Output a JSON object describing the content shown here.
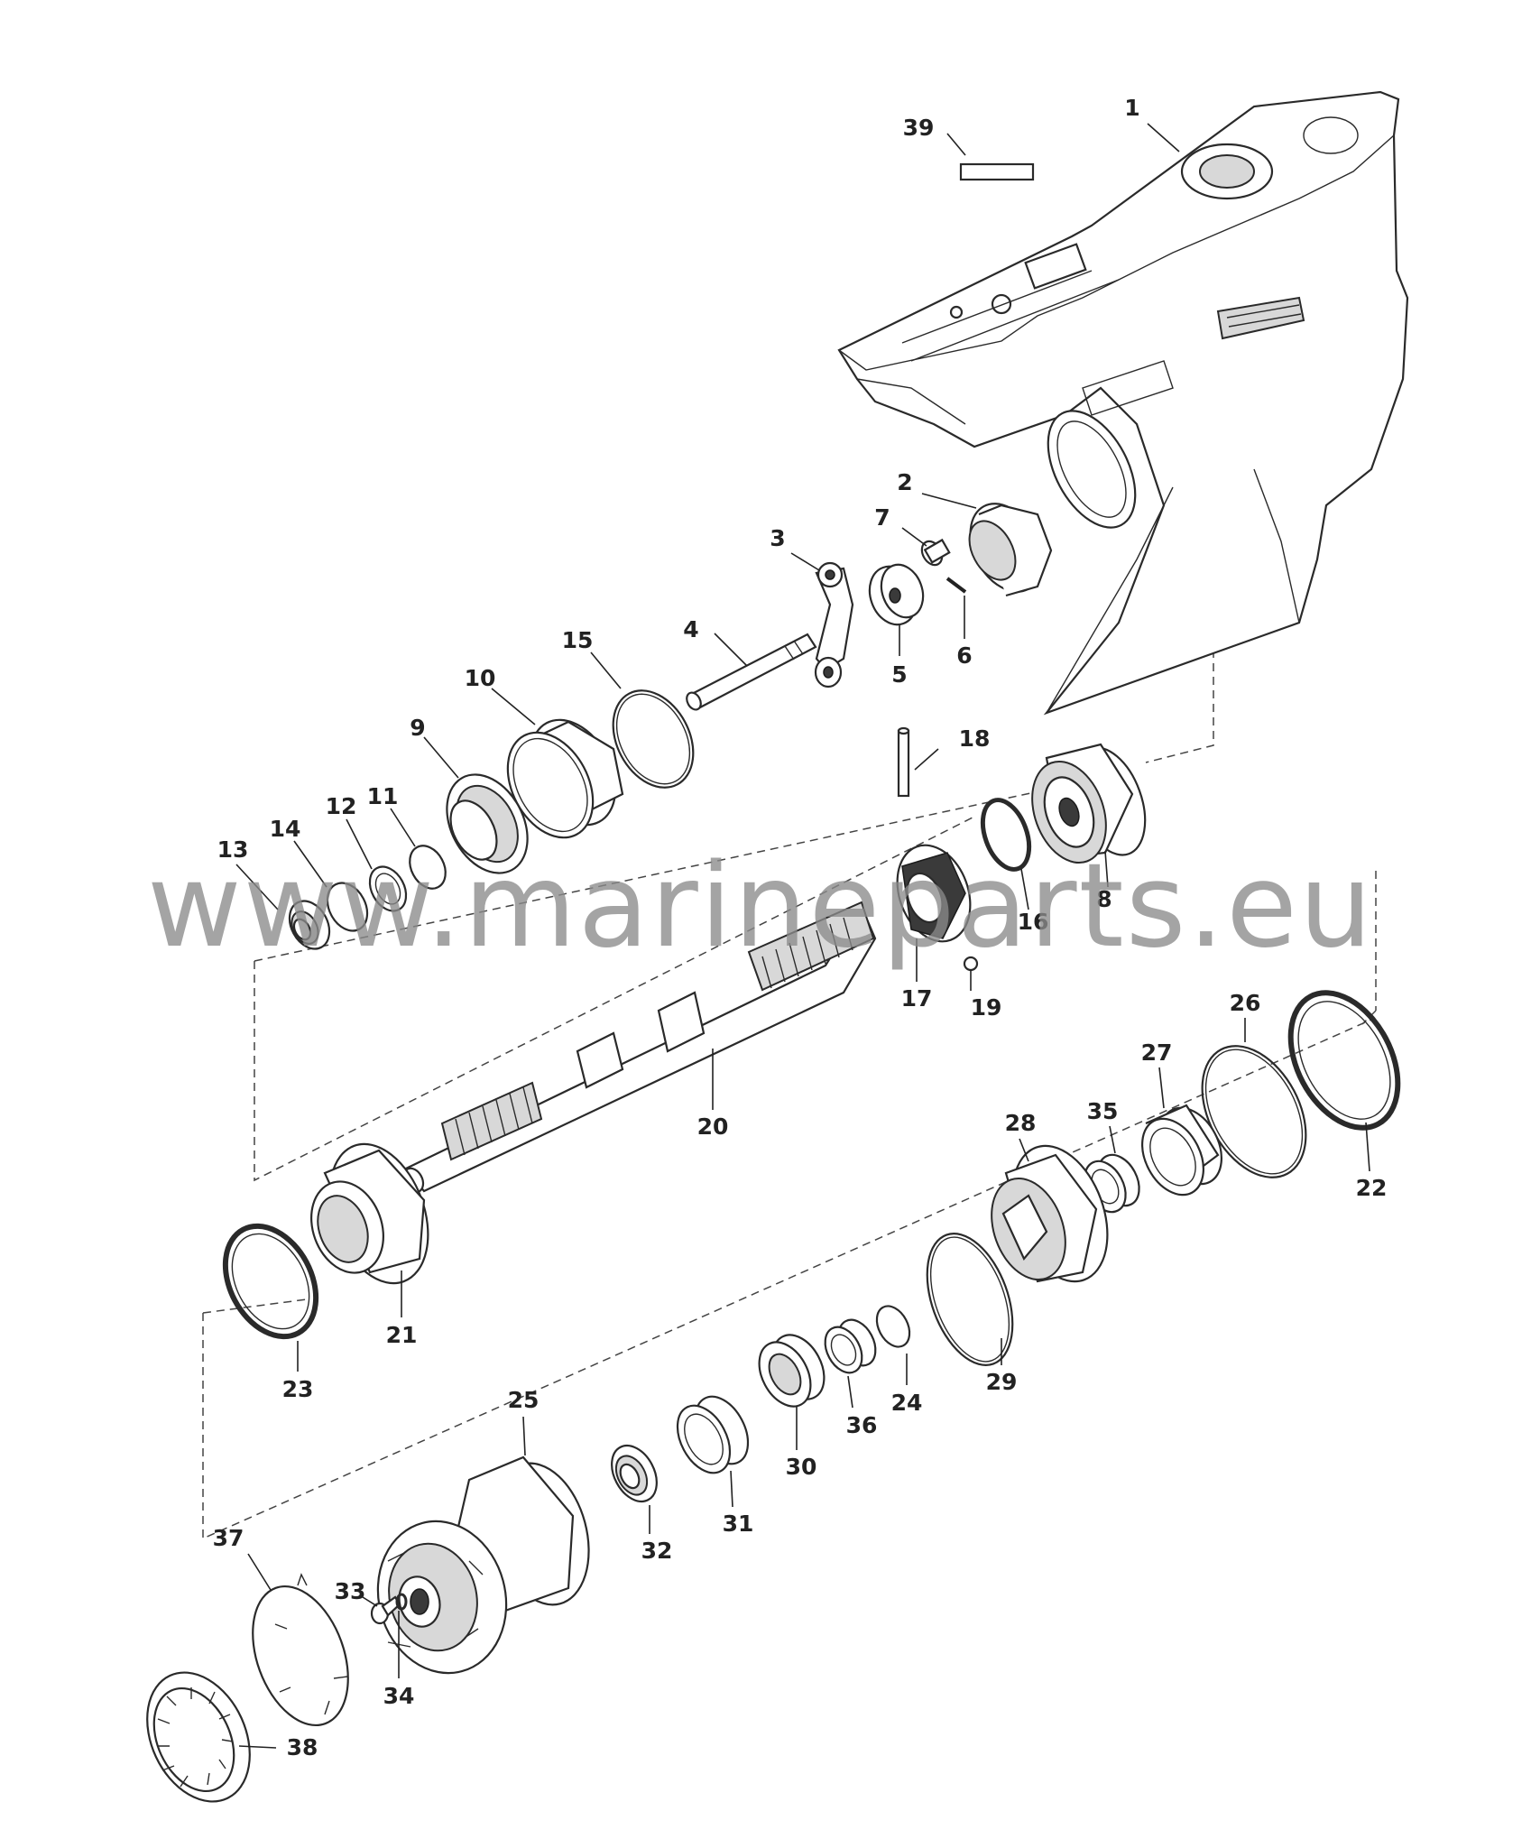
{
  "watermark": "www.marineparts.eu",
  "callouts": {
    "p1": "1",
    "p2": "2",
    "p3": "3",
    "p4": "4",
    "p5": "5",
    "p6": "6",
    "p7": "7",
    "p8": "8",
    "p9": "9",
    "p10": "10",
    "p11": "11",
    "p12": "12",
    "p13": "13",
    "p14": "14",
    "p15": "15",
    "p16": "16",
    "p17": "17",
    "p18": "18",
    "p19": "19",
    "p20": "20",
    "p21": "21",
    "p22": "22",
    "p23": "23",
    "p24": "24",
    "p25": "25",
    "p26": "26",
    "p27": "27",
    "p28": "28",
    "p29": "29",
    "p30": "30",
    "p31": "31",
    "p32": "32",
    "p33": "33",
    "p34": "34",
    "p35": "35",
    "p36": "36",
    "p37": "37",
    "p38": "38",
    "p39": "39"
  }
}
